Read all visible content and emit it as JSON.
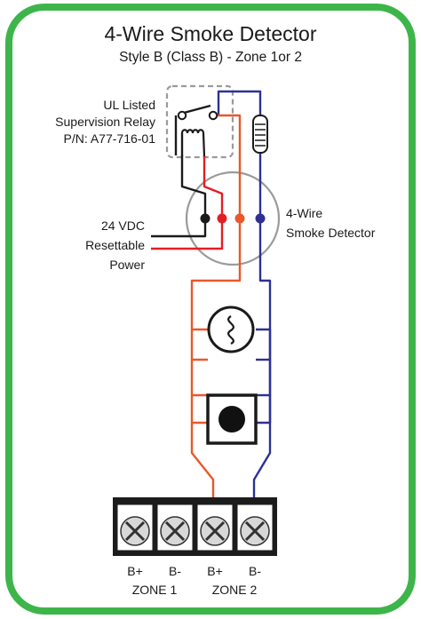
{
  "title": "4-Wire Smoke Detector",
  "subtitle": "Style B (Class B) - Zone 1or 2",
  "relay": {
    "line1": "UL Listed",
    "line2": "Supervision Relay",
    "line3": "P/N: A77-716-01"
  },
  "power": {
    "line1": "24 VDC",
    "line2": "Resettable",
    "line3": "Power"
  },
  "detector": {
    "line1": "4-Wire",
    "line2": "Smoke Detector"
  },
  "terminals": {
    "t1": "B+",
    "t2": "B-",
    "t3": "B+",
    "t4": "B-",
    "zone1": "ZONE 1",
    "zone2": "ZONE 2"
  },
  "colors": {
    "frame": "#3db54a",
    "orange_wire": "#e8582a",
    "blue_wire": "#2e3192",
    "red_wire": "#e31e24",
    "black_wire": "#1a1a1a"
  }
}
